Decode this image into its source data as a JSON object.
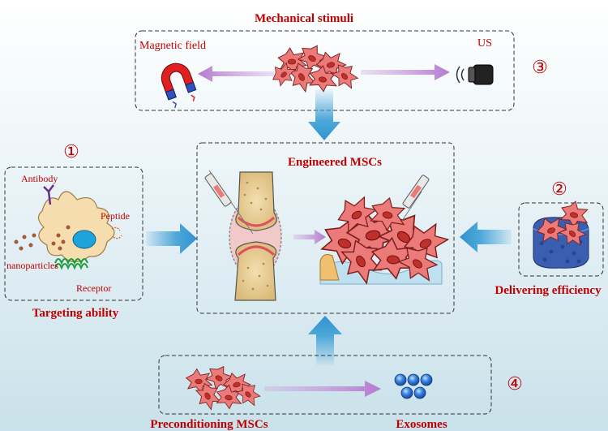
{
  "top_section": {
    "title": "Mechanical stimuli",
    "left_label": "Magnetic field",
    "right_label": "US",
    "number": "③"
  },
  "left_section": {
    "number": "①",
    "labels": {
      "antibody": "Antibody",
      "peptide": "Peptide",
      "nanoparticles": "nanoparticles",
      "receptor": "Receptor"
    },
    "caption": "Targeting ability"
  },
  "center_section": {
    "title": "Engineered MSCs"
  },
  "right_section": {
    "number": "②",
    "caption": "Delivering efficiency"
  },
  "bottom_section": {
    "number": "④",
    "left_caption": "Preconditioning MSCs",
    "right_caption": "Exosomes"
  },
  "colors": {
    "title_red": "#c00000",
    "arrow_blue": "#3d9fd6",
    "arrow_purple": "#c9a0dc",
    "cell_pink": "#ec7a78",
    "nucleus_red": "#c0302a"
  }
}
